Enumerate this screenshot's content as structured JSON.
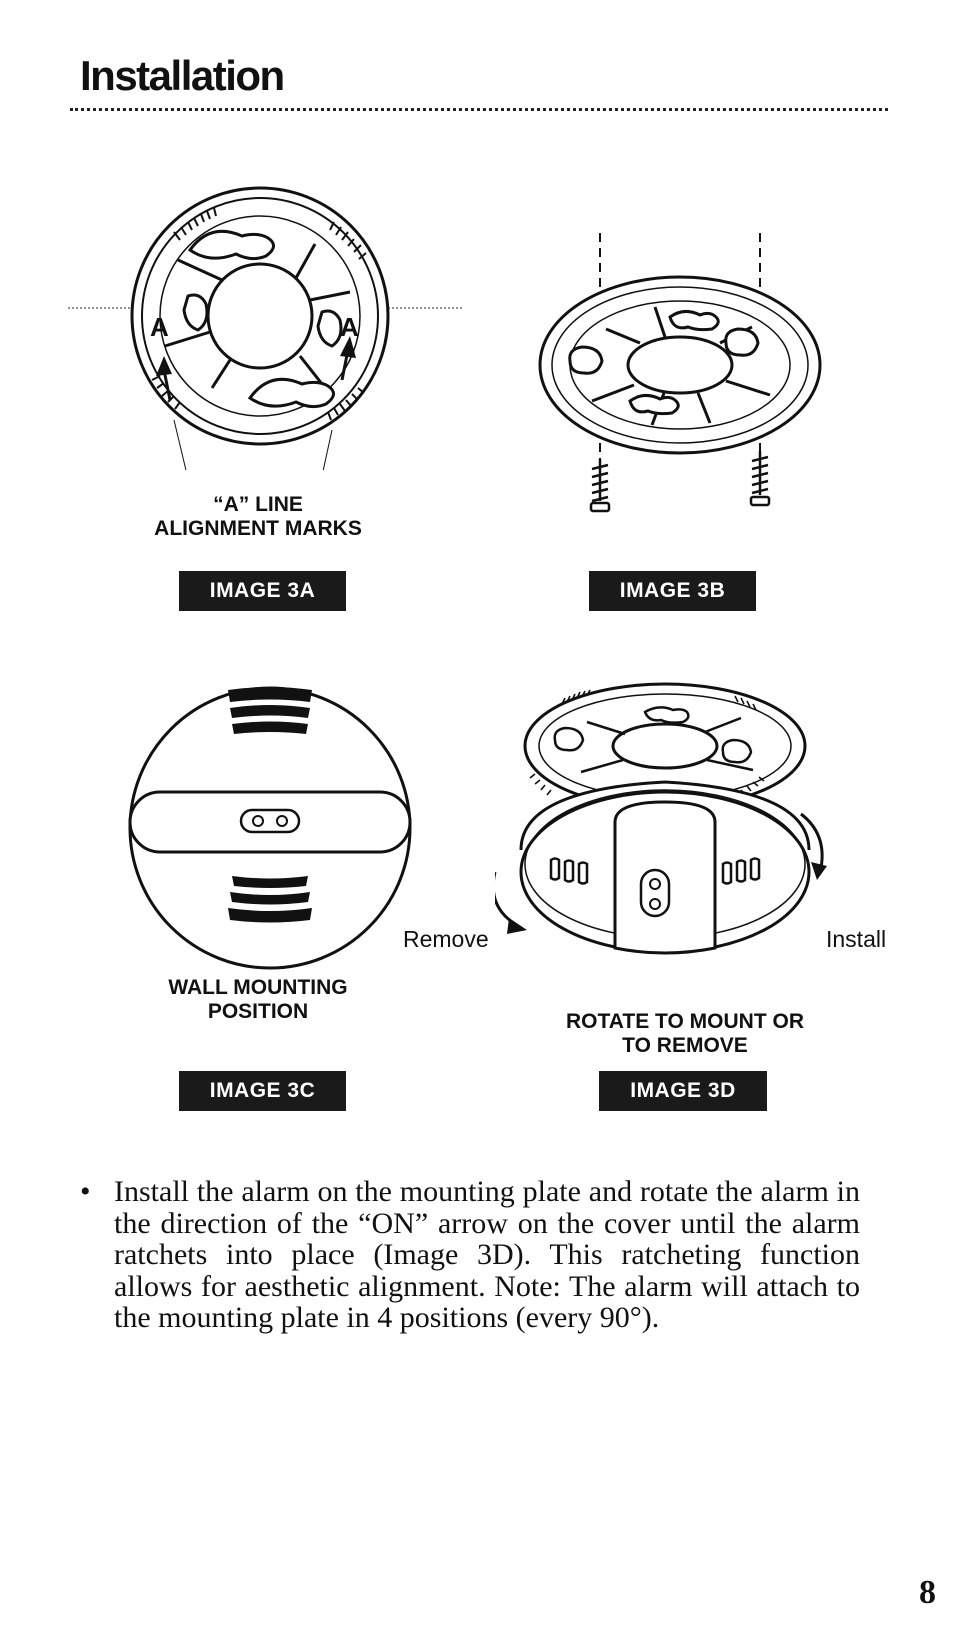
{
  "header": {
    "title": "Installation"
  },
  "figures": {
    "image_3a": {
      "caption_line1": "“A” LINE",
      "caption_line2": "ALIGNMENT MARKS",
      "tag": "IMAGE 3A",
      "mark_left": "A",
      "mark_right": "A"
    },
    "image_3b": {
      "tag": "IMAGE 3B"
    },
    "image_3c": {
      "caption_line1": "WALL MOUNTING",
      "caption_line2": "POSITION",
      "tag": "IMAGE 3C"
    },
    "image_3d": {
      "caption_line1": "ROTATE TO MOUNT OR",
      "caption_line2": "TO REMOVE",
      "tag": "IMAGE 3D",
      "remove_label": "Remove",
      "install_label": "Install"
    }
  },
  "body": {
    "bullet": "•",
    "text": "Install the alarm on the mounting plate and rotate the alarm in the direction of the “ON” arrow on the cover until the alarm ratchets into place (Image 3D). This ratcheting function allows for aesthetic alignment. Note: The alarm will attach to the mounting plate in 4 positions (every 90°)."
  },
  "footer": {
    "page_number": "8"
  },
  "icons": {
    "mounting_plate": "mounting-plate-illustration",
    "screws": "screw-illustration",
    "alarm_back": "alarm-back-illustration",
    "rotate_arrow": "curved-arrow-icon"
  }
}
